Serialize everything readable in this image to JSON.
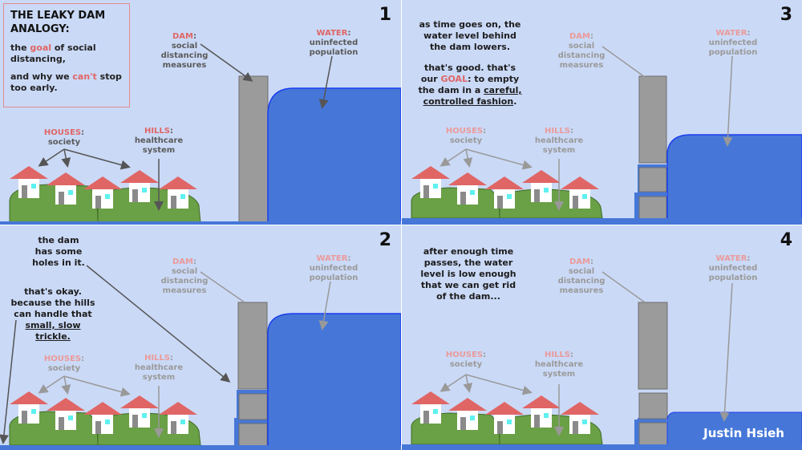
{
  "title_box": {
    "title": "THE LEAKY DAM ANALOGY:",
    "line1_pre": "the ",
    "line1_highlight": "goal",
    "line1_post": " of social distancing,",
    "line2_pre": "and why we ",
    "line2_highlight": "can't",
    "line2_post": " stop too early."
  },
  "labels": {
    "dam_key": "DAM",
    "dam_desc": "social distancing measures",
    "water_key": "WATER",
    "water_desc": "uninfected population",
    "houses_key": "HOUSES",
    "houses_desc": "society",
    "hills_key": "HILLS",
    "hills_desc": "healthcare system",
    "colon": ":"
  },
  "panels": [
    {
      "number": "1"
    },
    {
      "number": "2",
      "text_a": "the dam has some holes in it.",
      "text_b": "that's okay. because the hills can handle that",
      "text_b_underline": "small, slow trickle."
    },
    {
      "number": "3",
      "text_a": "as time goes on, the water level behind the dam lowers.",
      "text_b_pre": "that's good. that's our ",
      "text_b_highlight": "GOAL",
      "text_b_mid": ": to empty the dam in a ",
      "text_b_underline": "careful, controlled fashion",
      "text_b_post": "."
    },
    {
      "number": "4",
      "text_a": "after enough time passes, the water level is low enough that we can get rid of the dam..."
    }
  ],
  "credit": "Justin Hsieh",
  "colors": {
    "background": "#cad9f6",
    "water": "#4677d8",
    "water_edge": "#1a3df0",
    "dam": "#9b9b9b",
    "hills": "#6aa046",
    "roof": "#e06666",
    "highlight": "#e06666",
    "window": "#5ff0f0"
  }
}
